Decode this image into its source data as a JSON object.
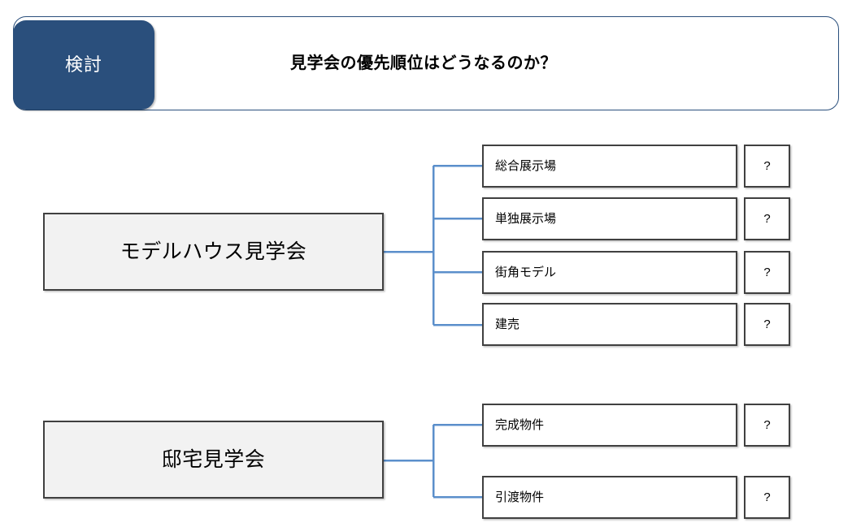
{
  "header": {
    "badge_label": "検討",
    "title": "見学会の優先順位はどうなるのか？",
    "badge_color": "#2A4F7C",
    "outline_color": "#2A4F7C"
  },
  "theme": {
    "box_fill_parent": "#F2F2F2",
    "box_fill_child": "#FFFFFF",
    "box_border": "#404040",
    "connector_color": "#5B8FCB",
    "page_background": "#FFFFFF"
  },
  "groups": [
    {
      "parent_label": "モデルハウス見学会",
      "children": [
        {
          "label": "総合展示場",
          "mark": "?"
        },
        {
          "label": "単独展示場",
          "mark": "?"
        },
        {
          "label": "街角モデル",
          "mark": "?"
        },
        {
          "label": "建売",
          "mark": "?"
        }
      ]
    },
    {
      "parent_label": "邸宅見学会",
      "children": [
        {
          "label": "完成物件",
          "mark": "?"
        },
        {
          "label": "引渡物件",
          "mark": "?"
        }
      ]
    }
  ]
}
